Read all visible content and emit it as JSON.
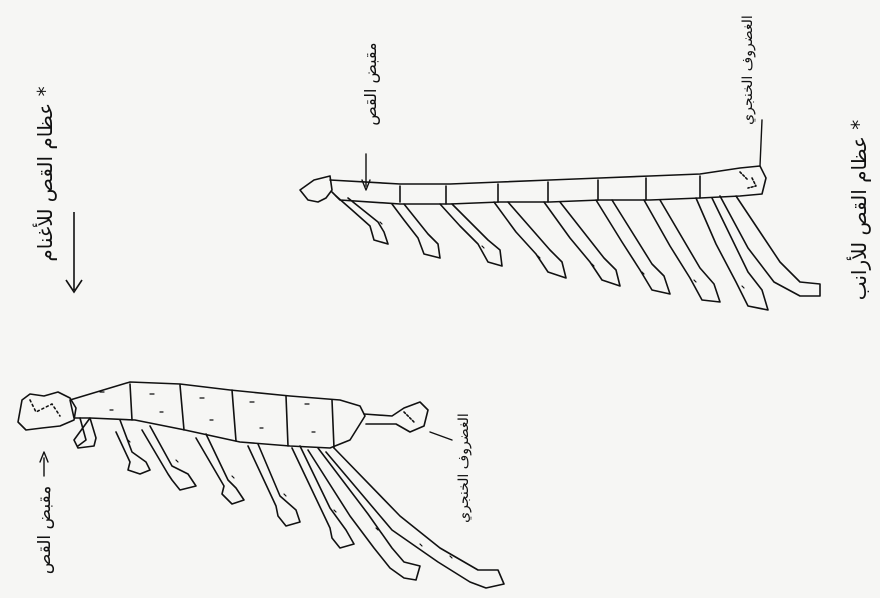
{
  "labels": {
    "left_caption": "* عظام القص للأغنام",
    "right_caption": "* عظام القص للأرانب",
    "left_sternum_body": "مقبض القص",
    "left_xiphoid": "الغضروف الخنجري",
    "right_sternum_body": "مقبض القص",
    "right_xiphoid": "الغضروف الخنجري"
  },
  "colors": {
    "ink": "#111111",
    "paper": "#f6f6f4"
  }
}
